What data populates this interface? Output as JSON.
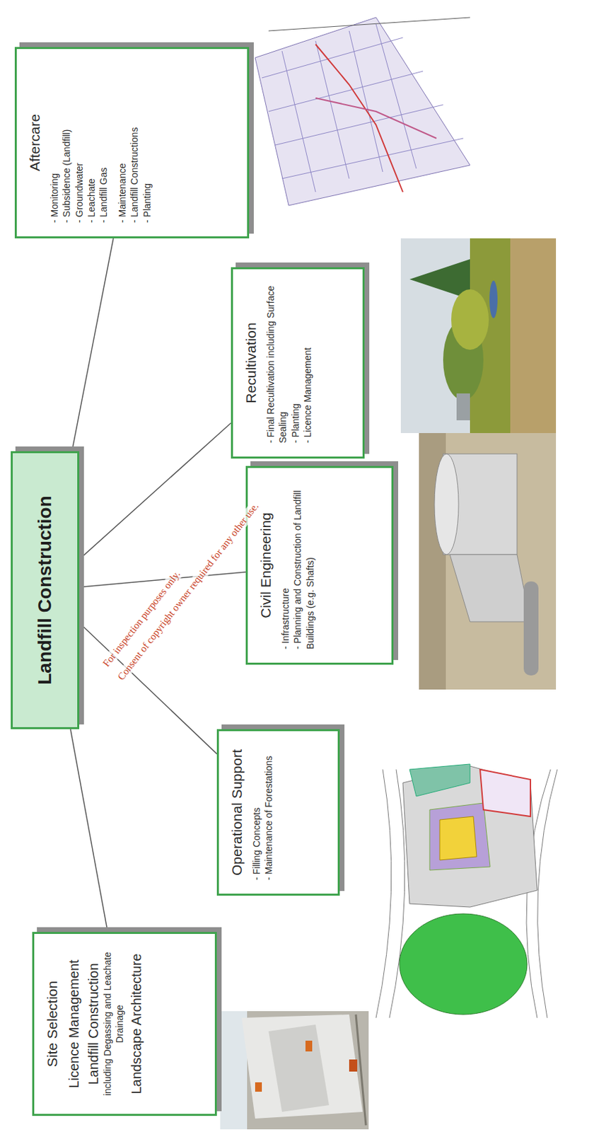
{
  "diagram": {
    "nodes": [
      {
        "text": [
          "Landfill Construction"
        ]
      },
      {
        "text": [
          "Site Selection",
          "Licence Management",
          "Landfill Construction",
          "including Degassing and Leachate Drainage",
          "Landscape Architecture"
        ]
      },
      {
        "text": [
          "Operational Support",
          "- Filling Concepts",
          "- Maintenance of Forestations"
        ]
      },
      {
        "text": [
          "Civil Engineering",
          "- Infrastructure",
          "- Planning and Construction of Landfill Buildings (e.g. Shafts)"
        ]
      },
      {
        "text": [
          "Recultivation",
          "- Final Recultivation including Surface Sealing",
          "- Planting",
          "- Licence Management"
        ]
      },
      {
        "text": [
          "Aftercare",
          "- Monitoring",
          "- Subsidence (Landfill)",
          "- Groundwater",
          "- Leachate",
          "- Landfill Gas",
          "- Maintenance",
          "- Landfill Constructions",
          "- Planting"
        ]
      }
    ],
    "edges": [
      {
        "from": 0,
        "to": 1,
        "arrow": "none"
      },
      {
        "from": 0,
        "to": 2,
        "arrow": "none"
      },
      {
        "from": 0,
        "to": 3,
        "arrow": "none"
      },
      {
        "from": 0,
        "to": 4,
        "arrow": "none"
      },
      {
        "from": 0,
        "to": 5,
        "arrow": "none"
      }
    ],
    "labels": [
      "For inspection purposes only.",
      "Consent of copyright owner required for any other use."
    ]
  }
}
